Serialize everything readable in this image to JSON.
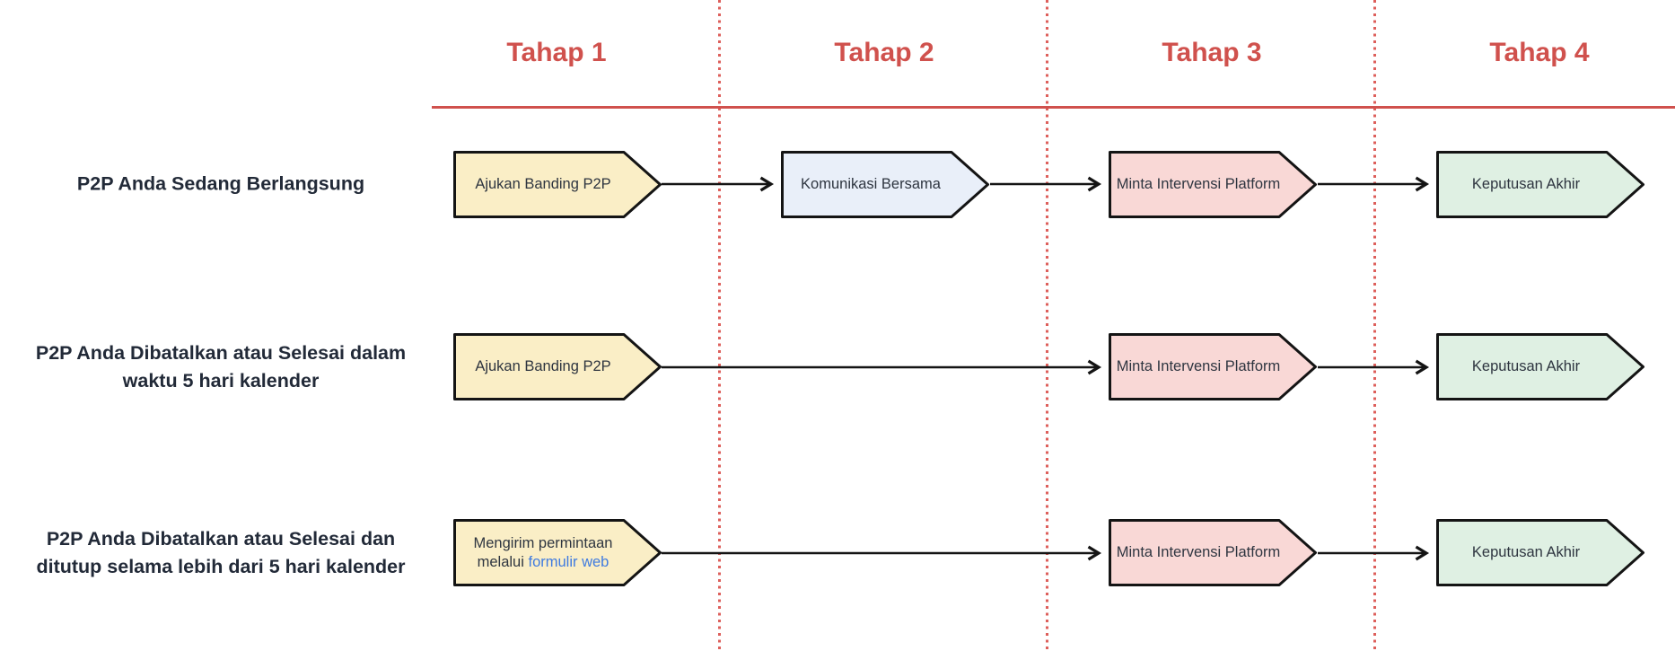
{
  "stages": [
    {
      "label": "Tahap 1"
    },
    {
      "label": "Tahap 2"
    },
    {
      "label": "Tahap 3"
    },
    {
      "label": "Tahap 4"
    }
  ],
  "rows": [
    {
      "label": "P2P Anda Sedang Berlangsung",
      "steps": [
        {
          "label": "Ajukan Banding P2P"
        },
        {
          "label": "Komunikasi Bersama"
        },
        {
          "label": "Minta Intervensi Platform"
        },
        {
          "label": "Keputusan Akhir"
        }
      ]
    },
    {
      "label": "P2P Anda Dibatalkan atau Selesai dalam waktu 5 hari kalender",
      "steps": [
        {
          "label": "Ajukan Banding P2P"
        },
        {
          "label": "Minta Intervensi Platform"
        },
        {
          "label": "Keputusan Akhir"
        }
      ]
    },
    {
      "label": "P2P Anda Dibatalkan atau Selesai dan ditutup selama lebih dari 5 hari kalender",
      "steps": [
        {
          "text": "Mengirim permintaan melalui",
          "link_text": "formulir web"
        },
        {
          "label": "Minta Intervensi Platform"
        },
        {
          "label": "Keputusan Akhir"
        }
      ]
    }
  ],
  "colors": {
    "stage_header": "#d0514d",
    "divider_line": "#d0514d",
    "dotted_separator": "#dd5f5b",
    "node_appeal": "#faeec6",
    "node_communication": "#e9eff9",
    "node_intervention": "#f9d8d6",
    "node_decision": "#dff0e3",
    "node_border": "#141414",
    "node_text": "#2e3540",
    "row_label_text": "#222a38",
    "link": "#3f7be0"
  }
}
